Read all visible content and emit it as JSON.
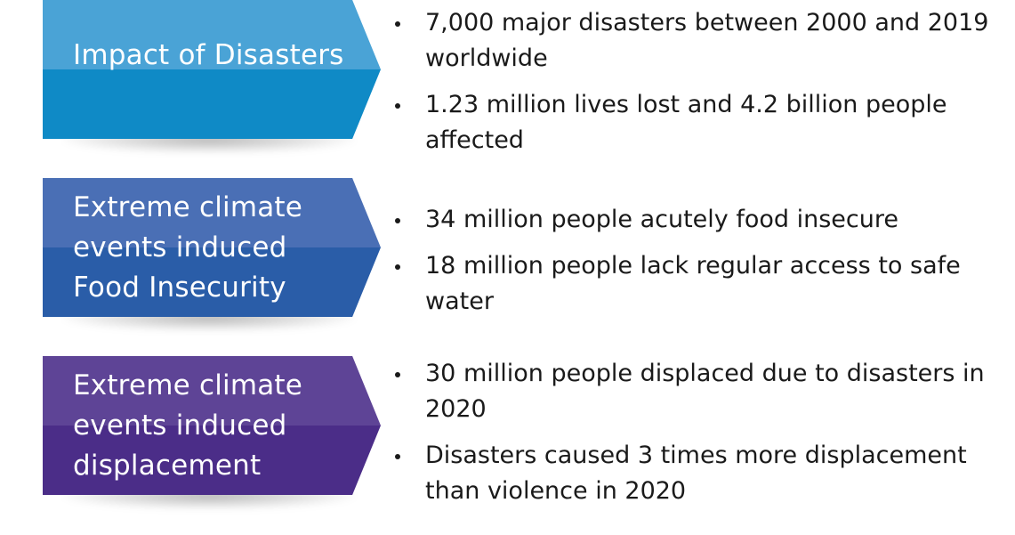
{
  "rows": [
    {
      "label": "Impact of Disasters",
      "colors": {
        "top": "#4aa3d6",
        "bottom": "#0f8ac6"
      },
      "bullets": [
        "7,000 major disasters between 2000 and 2019 worldwide",
        "1.23 million lives lost and 4.2 billion people affected"
      ]
    },
    {
      "label_lines": [
        "Extreme climate",
        "events induced",
        "Food Insecurity"
      ],
      "colors": {
        "top": "#4a6fb5",
        "bottom": "#2a5da8"
      },
      "bullets": [
        "34 million people acutely food insecure",
        "18 million people lack regular access to safe water"
      ]
    },
    {
      "label_lines": [
        "Extreme climate",
        "events induced",
        "displacement"
      ],
      "colors": {
        "top": "#5e4496",
        "bottom": "#4b2d88"
      },
      "bullets": [
        "30 million people displaced due to disasters in 2020",
        "Disasters caused 3 times more displacement than violence in 2020"
      ]
    }
  ]
}
